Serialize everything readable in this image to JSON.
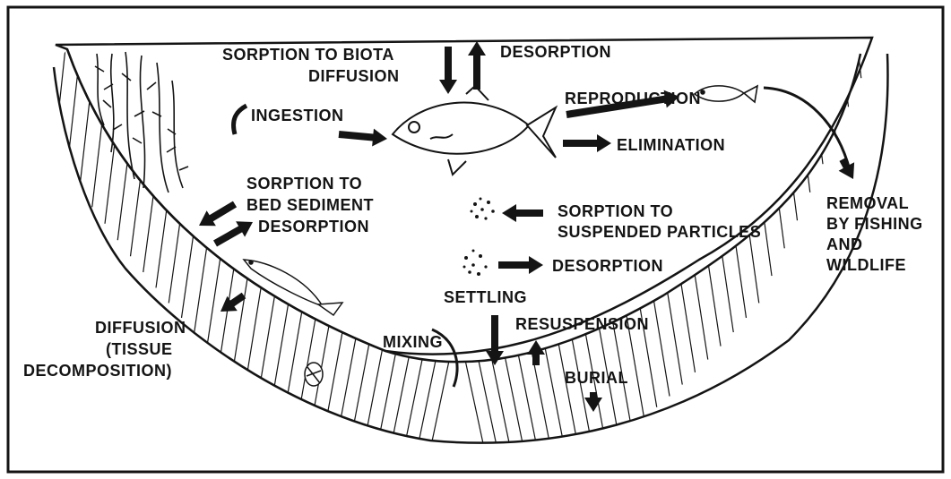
{
  "labels": {
    "sorption_to_biota": "SORPTION TO BIOTA",
    "diffusion_top": "DIFFUSION",
    "desorption_top": "DESORPTION",
    "ingestion": "INGESTION",
    "reproduction": "REPRODUCTION",
    "elimination": "ELIMINATION",
    "sorption_to": "SORPTION TO",
    "bed_sediment": "BED SEDIMENT",
    "desorption_bed": "DESORPTION",
    "sorption_to_2": "SORPTION TO",
    "suspended_particles": "SUSPENDED PARTICLES",
    "desorption_particles": "DESORPTION",
    "removal": "REMOVAL",
    "by_fishing": "BY FISHING",
    "and": "AND",
    "wildlife": "WILDLIFE",
    "settling": "SETTLING",
    "resuspension": "RESUSPENSION",
    "mixing": "MIXING",
    "burial": "BURIAL",
    "diffusion_bottom": "DIFFUSION",
    "tissue": "(TISSUE",
    "decomposition": "DECOMPOSITION)"
  },
  "colors": {
    "ink": "#141414",
    "background": "#ffffff"
  }
}
